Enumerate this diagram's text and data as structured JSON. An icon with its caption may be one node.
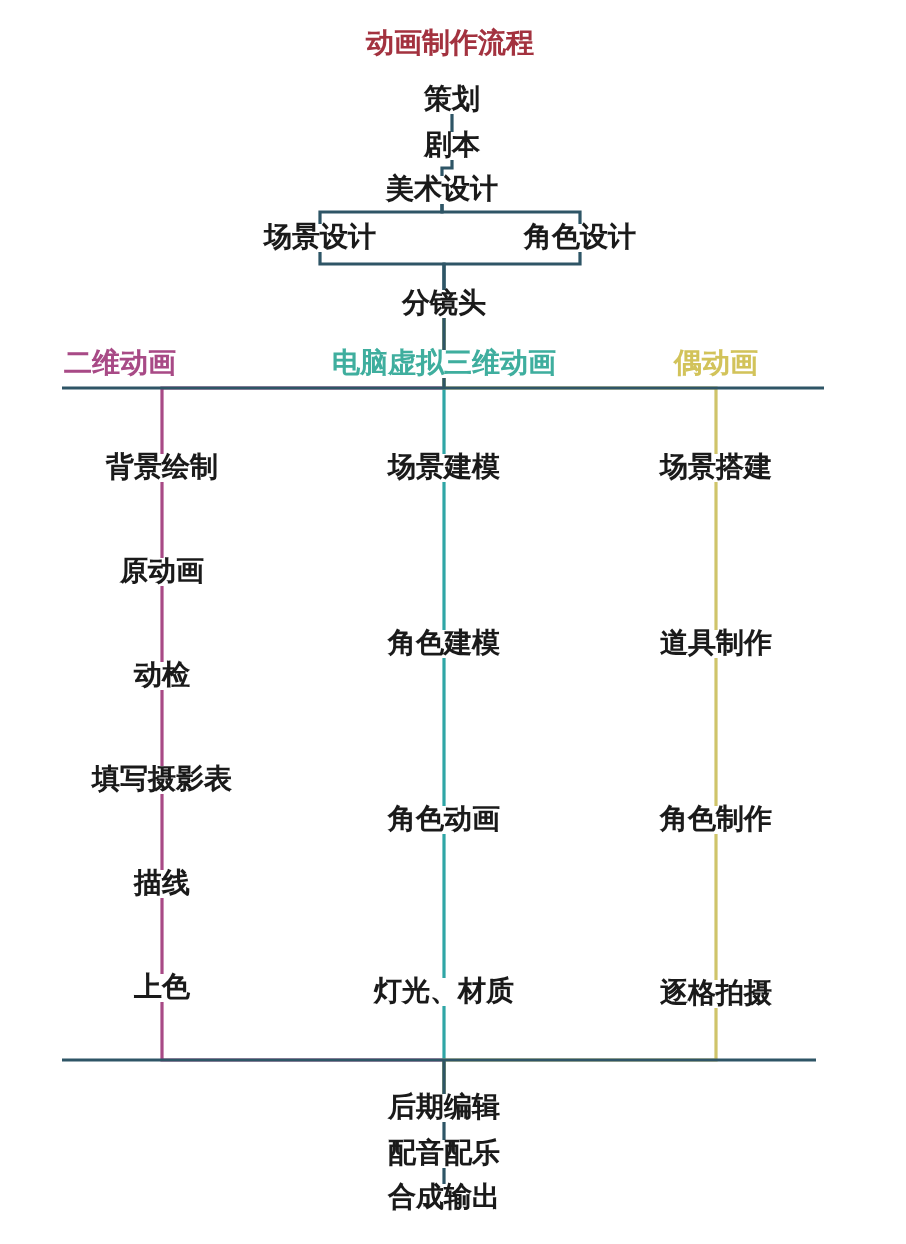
{
  "diagram": {
    "title": "动画制作流程",
    "nodes": [
      {
        "text": [
          "策划"
        ]
      },
      {
        "text": [
          "剧本"
        ]
      },
      {
        "text": [
          "美术设计"
        ]
      },
      {
        "text": [
          "场景设计"
        ]
      },
      {
        "text": [
          "角色设计"
        ]
      },
      {
        "text": [
          "分镜头"
        ]
      },
      {
        "text": [
          "背景绘制"
        ]
      },
      {
        "text": [
          "原动画"
        ]
      },
      {
        "text": [
          "动检"
        ]
      },
      {
        "text": [
          "填写摄影表"
        ]
      },
      {
        "text": [
          "描线"
        ]
      },
      {
        "text": [
          "上色"
        ]
      },
      {
        "text": [
          "场景建模"
        ]
      },
      {
        "text": [
          "角色建模"
        ]
      },
      {
        "text": [
          "角色动画"
        ]
      },
      {
        "text": [
          "灯光、材质"
        ]
      },
      {
        "text": [
          "场景搭建"
        ]
      },
      {
        "text": [
          "道具制作"
        ]
      },
      {
        "text": [
          "角色制作"
        ]
      },
      {
        "text": [
          "逐格拍摄"
        ]
      },
      {
        "text": [
          "后期编辑"
        ]
      },
      {
        "text": [
          "配音配乐"
        ]
      },
      {
        "text": [
          "合成输出"
        ]
      }
    ],
    "edges": [
      {
        "from": 0,
        "to": 1,
        "arrow": "none"
      },
      {
        "from": 1,
        "to": 2,
        "arrow": "none"
      },
      {
        "from": 2,
        "to": 3,
        "arrow": "none"
      },
      {
        "from": 2,
        "to": 4,
        "arrow": "none"
      },
      {
        "from": 3,
        "to": 5,
        "arrow": "none"
      },
      {
        "from": 4,
        "to": 5,
        "arrow": "none"
      },
      {
        "from": 5,
        "to": 6,
        "arrow": "none",
        "color": "#a84a86"
      },
      {
        "from": 5,
        "to": 12,
        "arrow": "none",
        "color": "#2fa6a6"
      },
      {
        "from": 5,
        "to": 16,
        "arrow": "none",
        "color": "#cfc46a"
      },
      {
        "from": 6,
        "to": 7,
        "arrow": "none",
        "color": "#a84a86"
      },
      {
        "from": 7,
        "to": 8,
        "arrow": "none",
        "color": "#a84a86"
      },
      {
        "from": 8,
        "to": 9,
        "arrow": "none",
        "color": "#a84a86"
      },
      {
        "from": 9,
        "to": 10,
        "arrow": "none",
        "color": "#a84a86"
      },
      {
        "from": 10,
        "to": 11,
        "arrow": "none",
        "color": "#a84a86"
      },
      {
        "from": 12,
        "to": 13,
        "arrow": "none",
        "color": "#2fa6a6"
      },
      {
        "from": 13,
        "to": 14,
        "arrow": "none",
        "color": "#2fa6a6"
      },
      {
        "from": 14,
        "to": 15,
        "arrow": "none",
        "color": "#2fa6a6"
      },
      {
        "from": 16,
        "to": 17,
        "arrow": "none",
        "color": "#cfc46a"
      },
      {
        "from": 17,
        "to": 18,
        "arrow": "none",
        "color": "#cfc46a"
      },
      {
        "from": 18,
        "to": 19,
        "arrow": "none",
        "color": "#cfc46a"
      },
      {
        "from": 11,
        "to": 20,
        "arrow": "none",
        "color": "#a84a86"
      },
      {
        "from": 15,
        "to": 20,
        "arrow": "none",
        "color": "#2fa6a6"
      },
      {
        "from": 19,
        "to": 20,
        "arrow": "none",
        "color": "#cfc46a"
      },
      {
        "from": 20,
        "to": 21,
        "arrow": "none"
      },
      {
        "from": 21,
        "to": 22,
        "arrow": "none"
      }
    ],
    "labels": [
      "二维动画",
      "电脑虚拟三维动画",
      "偶动画"
    ]
  }
}
